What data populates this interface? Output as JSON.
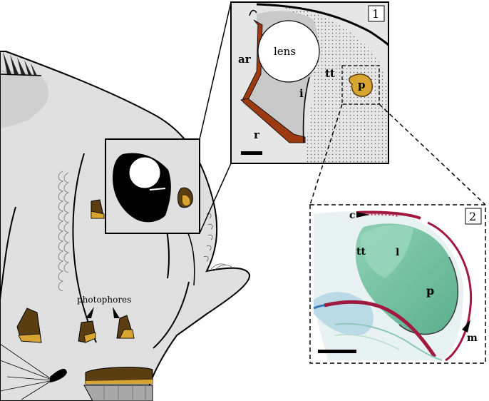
{
  "overview": {
    "label_photophores": "photophores"
  },
  "panel1": {
    "number": "1",
    "label_lens": "lens",
    "label_ar": "ar",
    "label_tt": "tt",
    "label_p": "p",
    "label_i": "i",
    "label_r": "r"
  },
  "panel2": {
    "number": "2",
    "label_c": "c",
    "label_tt": "tt",
    "label_l": "l",
    "label_p": "p",
    "label_m": "m"
  },
  "colors": {
    "head_fill": "#e0e0e0",
    "panel_bg": "#e6e6e6",
    "photophore_dark": "#5a3d10",
    "photophore_gold": "#d8a630",
    "reflector_brown": "#9c3a12",
    "tissue_green": "#7cc6a8",
    "tissue_red": "#a01a40"
  }
}
